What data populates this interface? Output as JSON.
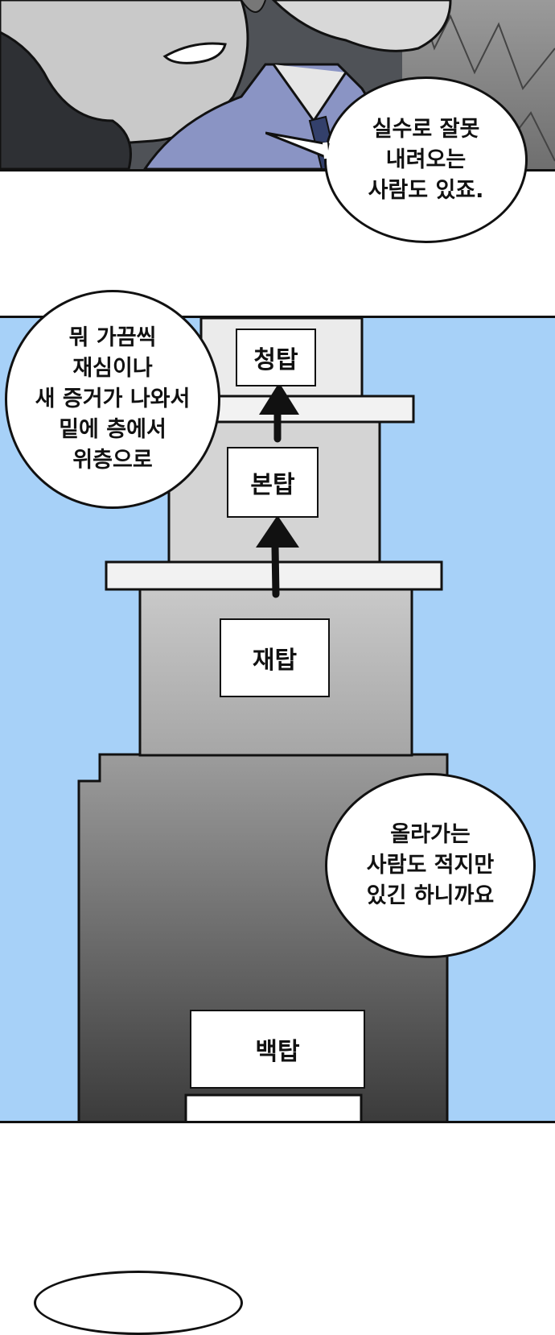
{
  "panel1": {
    "bubble_lines": [
      "실수로 잘못",
      "내려오는",
      "사람도 있죠."
    ]
  },
  "panel2": {
    "bubble_left_lines": [
      "뭐 가끔씩",
      "재심이나",
      "새 증거가 나와서",
      "밑에 층에서",
      "위층으로"
    ],
    "bubble_right_lines": [
      "올라가는",
      "사람도 적지만",
      "있긴 하니까요"
    ],
    "tower_labels": {
      "top": "청탑",
      "upper": "본탑",
      "middle": "재탑",
      "bottom": "백탑"
    },
    "colors": {
      "sky": "#a7d1f8",
      "outline": "#111111"
    }
  }
}
